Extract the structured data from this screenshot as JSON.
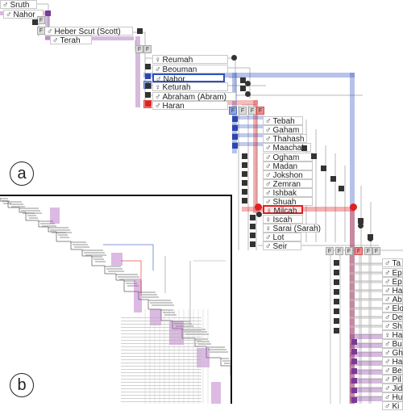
{
  "panel_a": {
    "label": "a",
    "persons": [
      {
        "sym": "♂",
        "name": "Sruth"
      },
      {
        "sym": "♂",
        "name": "Nahor"
      },
      {
        "sym": "♂",
        "name": "Heber Scut (Scott)"
      },
      {
        "sym": "♂",
        "name": "Terah"
      },
      {
        "sym": "♀",
        "name": "Reumah"
      },
      {
        "sym": "♂",
        "name": "Beouman"
      },
      {
        "sym": "♂",
        "name": "Nahor"
      },
      {
        "sym": "♀",
        "name": "Keturah"
      },
      {
        "sym": "♂",
        "name": "Abraham (Abram)"
      },
      {
        "sym": "♂",
        "name": "Haran"
      },
      {
        "sym": "♂",
        "name": "Tebah"
      },
      {
        "sym": "♂",
        "name": "Gaham"
      },
      {
        "sym": "♂",
        "name": "Thahash"
      },
      {
        "sym": "♂",
        "name": "Maachah"
      },
      {
        "sym": "♂",
        "name": "Ogham"
      },
      {
        "sym": "♂",
        "name": "Madan"
      },
      {
        "sym": "♂",
        "name": "Jokshon"
      },
      {
        "sym": "♂",
        "name": "Zemran"
      },
      {
        "sym": "♂",
        "name": "Ishbak"
      },
      {
        "sym": "♂",
        "name": "Shuah"
      },
      {
        "sym": "♀",
        "name": "Milcah"
      },
      {
        "sym": "♀",
        "name": "Iscah"
      },
      {
        "sym": "♀",
        "name": "Sarai (Sarah)"
      },
      {
        "sym": "♂",
        "name": "Lot"
      },
      {
        "sym": "♂",
        "name": "Seir"
      },
      {
        "sym": "♂",
        "name": "Ta"
      },
      {
        "sym": "♂",
        "name": "Ep"
      },
      {
        "sym": "♂",
        "name": "Ep"
      },
      {
        "sym": "♂",
        "name": "Ha"
      },
      {
        "sym": "♂",
        "name": "Ab"
      },
      {
        "sym": "♂",
        "name": "Elo"
      },
      {
        "sym": "♂",
        "name": "De"
      },
      {
        "sym": "♂",
        "name": "Sh"
      },
      {
        "sym": "♀",
        "name": "Ha"
      },
      {
        "sym": "♂",
        "name": "Bu"
      },
      {
        "sym": "♂",
        "name": "Gh"
      },
      {
        "sym": "♂",
        "name": "Ha"
      },
      {
        "sym": "♂",
        "name": "Be"
      },
      {
        "sym": "♂",
        "name": "Pil"
      },
      {
        "sym": "♂",
        "name": "Jid"
      },
      {
        "sym": "♂",
        "name": "Hu"
      },
      {
        "sym": "♂",
        "name": "Ki"
      }
    ],
    "family_marker": "F"
  },
  "panel_b": {
    "label": "b"
  },
  "colors": {
    "red": "#e02020",
    "blue": "#3050c0",
    "purple": "#8a3aa0",
    "grey": "#c8c8c8"
  }
}
